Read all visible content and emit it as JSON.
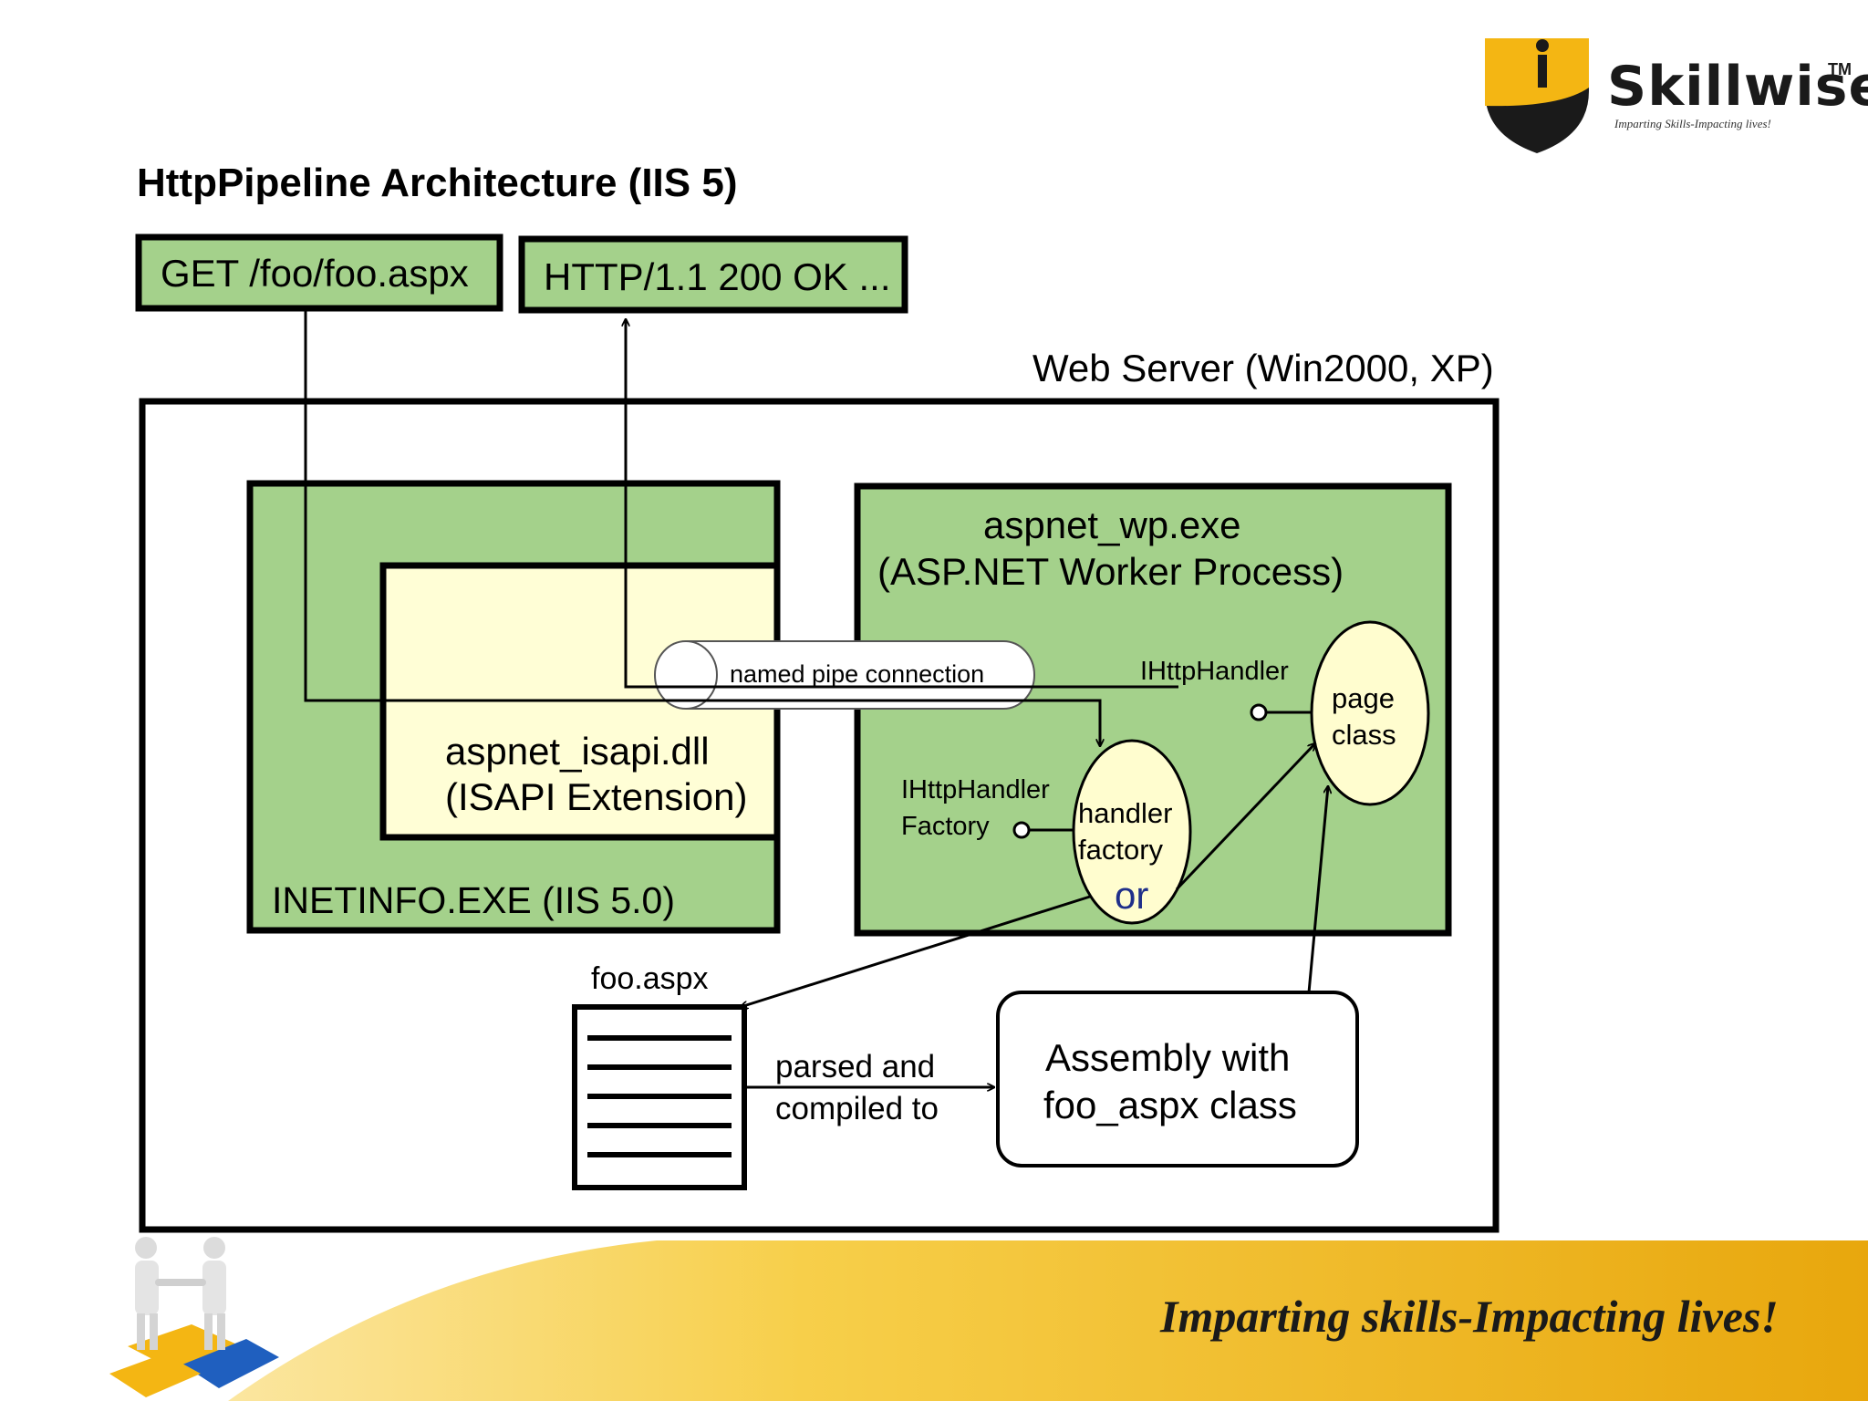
{
  "header": {
    "title": "HttpPipeline Architecture (IIS 5)"
  },
  "logo": {
    "name": "Skillwise",
    "trademark": "TM",
    "tagline": "Imparting Skills-Impacting lives!"
  },
  "footer": {
    "slogan": "Imparting skills-Impacting lives!"
  },
  "diagram": {
    "request_label": "GET /foo/foo.aspx",
    "response_label": "HTTP/1.1 200 OK ...",
    "web_server_label": "Web Server (Win2000, XP)",
    "inetinfo_label": "INETINFO.EXE (IIS 5.0)",
    "isapi_line1": "aspnet_isapi.dll",
    "isapi_line2": "(ISAPI Extension)",
    "worker_line1": "aspnet_wp.exe",
    "worker_line2": "(ASP.NET Worker Process)",
    "pipe_label": "named pipe connection",
    "ihttphandler_label": "IHttpHandler",
    "factory_iface_line1": "IHttpHandler",
    "factory_iface_line2": "Factory",
    "handler_factory_line1": "handler",
    "handler_factory_line2": "factory",
    "or_label": "or",
    "page_class_line1": "page",
    "page_class_line2": "class",
    "file_label": "foo.aspx",
    "compile_line1": "parsed and",
    "compile_line2": "compiled to",
    "assembly_line1": "Assembly with",
    "assembly_line2": "foo_aspx class"
  },
  "colors": {
    "process_green": "#a4d18b",
    "isapi_yellow": "#fffed6",
    "ellipse_yellow": "#fffdcf",
    "footer_gold": "#f4b613",
    "or_blue": "#1f2f8a"
  }
}
